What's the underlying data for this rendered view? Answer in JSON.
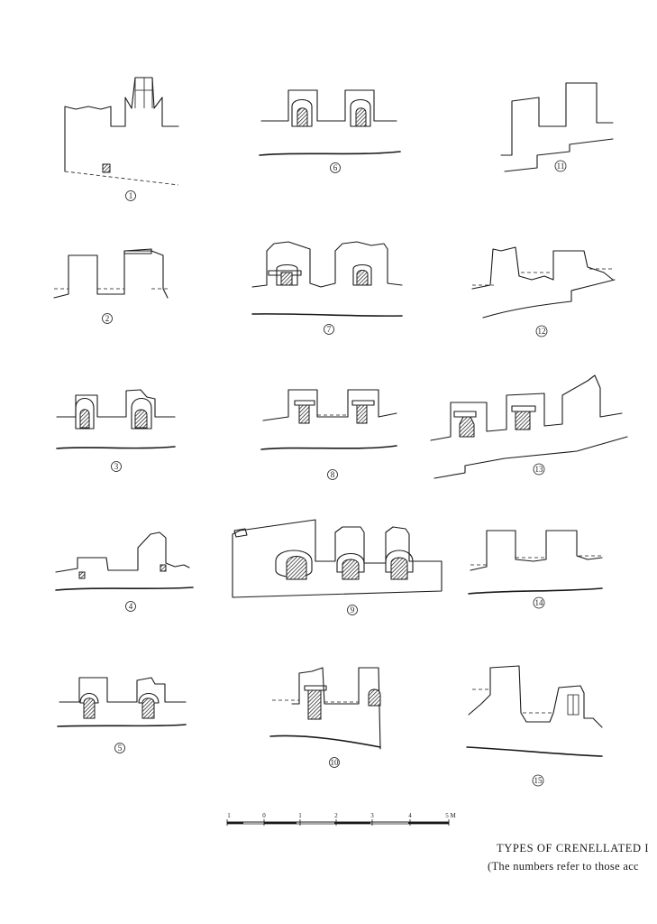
{
  "figure_numbers": [
    "1",
    "2",
    "3",
    "4",
    "5",
    "6",
    "7",
    "8",
    "9",
    "10",
    "11",
    "12",
    "13",
    "14",
    "15"
  ],
  "scale_bar": {
    "labels": [
      "1",
      "0",
      "1",
      "2",
      "3",
      "4",
      "5 M"
    ]
  },
  "caption": {
    "title": "TYPES OF CRENELLATED I",
    "subtitle": "(The numbers refer to those acc"
  }
}
